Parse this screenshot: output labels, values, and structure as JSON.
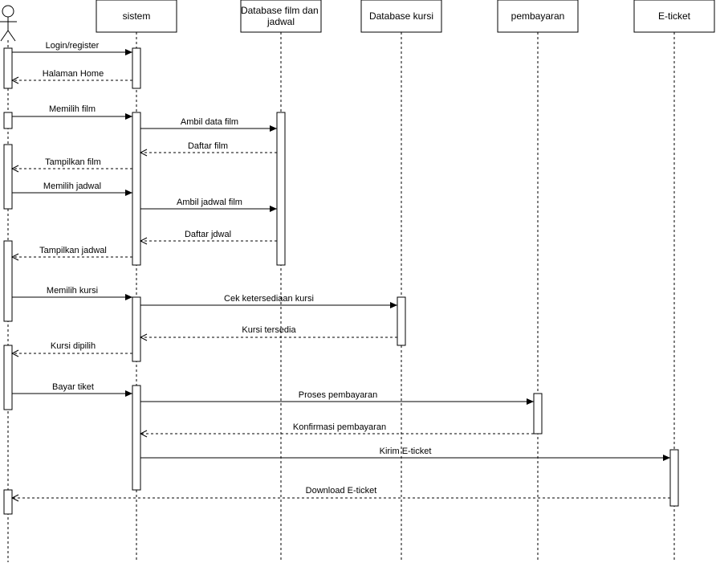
{
  "participants": [
    {
      "id": "user",
      "label": "",
      "kind": "actor"
    },
    {
      "id": "sistem",
      "label": "sistem",
      "kind": "box"
    },
    {
      "id": "dbfilm",
      "label": "Database film dan jadwal",
      "kind": "box"
    },
    {
      "id": "dbkursi",
      "label": "Database kursi",
      "kind": "box"
    },
    {
      "id": "bayar",
      "label": "pembayaran",
      "kind": "box"
    },
    {
      "id": "eticket",
      "label": "E-ticket",
      "kind": "box"
    }
  ],
  "messages": [
    {
      "from": "user",
      "to": "sistem",
      "label": "Login/register",
      "type": "sync"
    },
    {
      "from": "sistem",
      "to": "user",
      "label": "Halaman Home",
      "type": "return"
    },
    {
      "from": "user",
      "to": "sistem",
      "label": "Memilih film",
      "type": "sync"
    },
    {
      "from": "sistem",
      "to": "dbfilm",
      "label": "Ambil data film",
      "type": "sync"
    },
    {
      "from": "dbfilm",
      "to": "sistem",
      "label": "Daftar film",
      "type": "return"
    },
    {
      "from": "sistem",
      "to": "user",
      "label": "Tampilkan film",
      "type": "return"
    },
    {
      "from": "user",
      "to": "sistem",
      "label": "Memilih jadwal",
      "type": "sync"
    },
    {
      "from": "sistem",
      "to": "dbfilm",
      "label": "Ambil jadwal film",
      "type": "sync"
    },
    {
      "from": "dbfilm",
      "to": "sistem",
      "label": "Daftar jdwal",
      "type": "return"
    },
    {
      "from": "sistem",
      "to": "user",
      "label": "Tampilkan jadwal",
      "type": "return"
    },
    {
      "from": "user",
      "to": "sistem",
      "label": "Memilih kursi",
      "type": "sync"
    },
    {
      "from": "sistem",
      "to": "dbkursi",
      "label": "Cek ketersediaan kursi",
      "type": "sync"
    },
    {
      "from": "dbkursi",
      "to": "sistem",
      "label": "Kursi tersedia",
      "type": "return"
    },
    {
      "from": "sistem",
      "to": "user",
      "label": "Kursi dipilih",
      "type": "return"
    },
    {
      "from": "user",
      "to": "sistem",
      "label": "Bayar tiket",
      "type": "sync"
    },
    {
      "from": "sistem",
      "to": "bayar",
      "label": "Proses pembayaran",
      "type": "sync"
    },
    {
      "from": "bayar",
      "to": "sistem",
      "label": "Konfirmasi pembayaran",
      "type": "return"
    },
    {
      "from": "sistem",
      "to": "eticket",
      "label": "Kirim E-ticket",
      "type": "sync"
    },
    {
      "from": "eticket",
      "to": "user",
      "label": "Download E-ticket",
      "type": "return"
    }
  ]
}
